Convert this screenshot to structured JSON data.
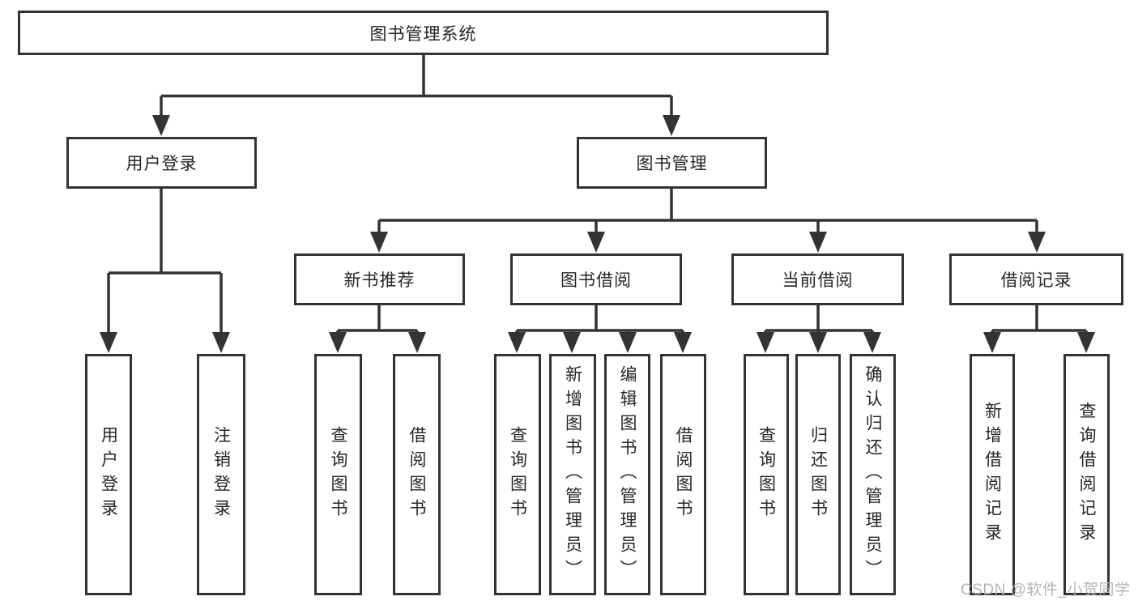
{
  "diagram": {
    "title": "图书管理系统",
    "root": {
      "label": "图书管理系统"
    },
    "level1": [
      {
        "label": "用户登录"
      },
      {
        "label": "图书管理"
      }
    ],
    "level2": [
      {
        "label": "新书推荐"
      },
      {
        "label": "图书借阅"
      },
      {
        "label": "当前借阅"
      },
      {
        "label": "借阅记录"
      }
    ],
    "leaves": [
      {
        "label": "用户登录",
        "parent": "用户登录"
      },
      {
        "label": "注销登录",
        "parent": "用户登录"
      },
      {
        "label": "查询图书",
        "parent": "新书推荐"
      },
      {
        "label": "借阅图书",
        "parent": "新书推荐"
      },
      {
        "label": "查询图书",
        "parent": "图书借阅"
      },
      {
        "label": "新增图书（管理员）",
        "parent": "图书借阅"
      },
      {
        "label": "编辑图书（管理员）",
        "parent": "图书借阅"
      },
      {
        "label": "借阅图书",
        "parent": "图书借阅"
      },
      {
        "label": "查询图书",
        "parent": "当前借阅"
      },
      {
        "label": "归还图书",
        "parent": "当前借阅"
      },
      {
        "label": "确认归还（管理员）",
        "parent": "当前借阅"
      },
      {
        "label": "新增借阅记录",
        "parent": "借阅记录"
      },
      {
        "label": "查询借阅记录",
        "parent": "借阅记录"
      }
    ]
  },
  "watermark": {
    "text": "CSDN @软件_小贺同学"
  },
  "colors": {
    "line": "#333333",
    "box_border": "#333333",
    "text": "#262626",
    "background": "#ffffff",
    "watermark": "#b5b5b5"
  }
}
